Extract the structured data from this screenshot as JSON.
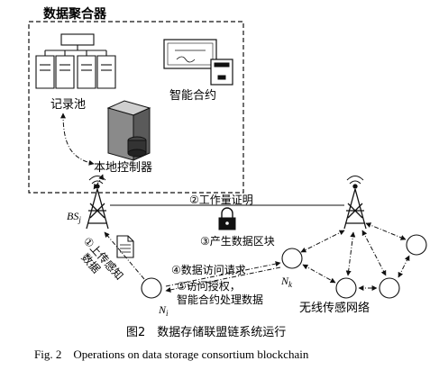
{
  "aggregator": {
    "title": "数据聚合器",
    "record_pool": "记录池",
    "smart_contract": "智能合约",
    "local_controller": "本地控制器"
  },
  "nodes": {
    "bs_label": "BS",
    "bs_sub": "j",
    "ni_label": "N",
    "ni_sub": "i",
    "nk_label": "N",
    "nk_sub": "k"
  },
  "steps": {
    "s1_line1": "①上传感知",
    "s1_line2": "数据",
    "s2": "②工作量证明",
    "s3": "③产生数据区块",
    "s4": "④数据访问请求",
    "s5": "⑤访问授权，",
    "s5_line2": "智能合约处理数据"
  },
  "network_label": "无线传感网络",
  "caption": {
    "cn": "图2　数据存储联盟链系统运行",
    "en": "Fig. 2　Operations on data storage consortium blockchain"
  }
}
